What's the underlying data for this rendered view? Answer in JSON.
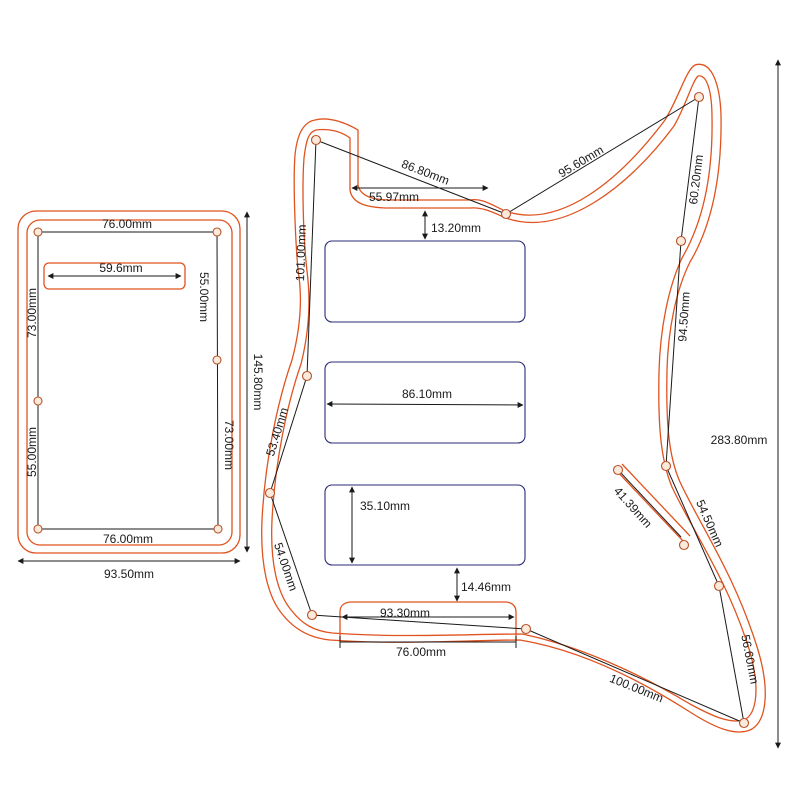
{
  "colors": {
    "outline": "#e0531f",
    "cutout": "#2b2b7a",
    "dimension": "#1a1a1a",
    "hole": "#fbe9dc"
  },
  "backplate": {
    "width_top": "76.00mm",
    "width_bottom": "76.00mm",
    "slot_width": "59.6mm",
    "left_spacing_upper": "73.00mm",
    "left_spacing_lower": "55.00mm",
    "right_spacing_upper": "55.00mm",
    "right_spacing_lower": "73.00mm",
    "overall_height": "145.80mm",
    "overall_width": "93.50mm"
  },
  "pickguard": {
    "hole_to_hole_top_left": "86.80mm",
    "neck_cutout_width": "55.97mm",
    "hole_to_hole_top_right": "95.60mm",
    "pickup_gap_top": "13.20mm",
    "left_edge_upper": "101.00mm",
    "right_edge_upper": "60.20mm",
    "right_edge_middle": "94.50mm",
    "pickup_width": "86.10mm",
    "left_edge_middle": "53.40mm",
    "switch_slot_length": "41.39mm",
    "right_edge_lower": "54.50mm",
    "pickup_height": "35.10mm",
    "left_edge_lower": "54.00mm",
    "pickup_gap_bottom": "14.46mm",
    "bottom_cutout_width": "93.30mm",
    "bottom_span": "76.00mm",
    "right_edge_bottom": "56.60mm",
    "hole_to_hole_bottom": "100.00mm",
    "overall_height": "283.80mm"
  }
}
